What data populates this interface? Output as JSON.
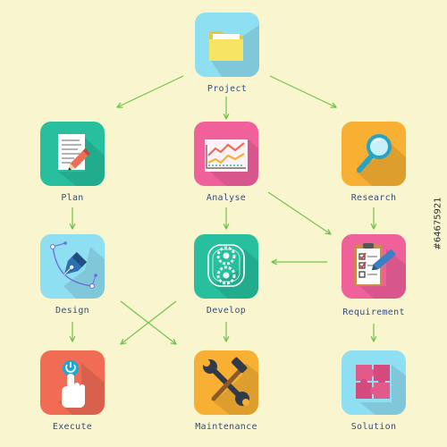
{
  "colors": {
    "background": "#f9f6cf",
    "arrow": "#71c34a",
    "label": "#334b84",
    "tile_project": "#8fdff2",
    "tile_plan": "#28bf9f",
    "tile_analyse": "#f0609b",
    "tile_research": "#f7b033",
    "tile_design": "#8fdff2",
    "tile_develop": "#28bf9f",
    "tile_requirement": "#f0609b",
    "tile_execute": "#f06c55",
    "tile_maintenance": "#f7b033",
    "tile_solution": "#8fdff2"
  },
  "nodes": {
    "project": {
      "label": "Project",
      "icon": "folder-icon"
    },
    "plan": {
      "label": "Plan",
      "icon": "document-pencil-icon"
    },
    "analyse": {
      "label": "Analyse",
      "icon": "line-chart-icon"
    },
    "research": {
      "label": "Research",
      "icon": "magnifier-icon"
    },
    "design": {
      "label": "Design",
      "icon": "pen-nib-icon"
    },
    "develop": {
      "label": "Develop",
      "icon": "gears-icon"
    },
    "requirement": {
      "label": "Requirement",
      "icon": "checklist-icon"
    },
    "execute": {
      "label": "Execute",
      "icon": "power-touch-icon"
    },
    "maintenance": {
      "label": "Maintenance",
      "icon": "wrench-hammer-icon"
    },
    "solution": {
      "label": "Solution",
      "icon": "puzzle-icon"
    }
  },
  "edges": [
    {
      "from": "project",
      "to": "plan"
    },
    {
      "from": "project",
      "to": "analyse"
    },
    {
      "from": "project",
      "to": "research"
    },
    {
      "from": "plan",
      "to": "design"
    },
    {
      "from": "analyse",
      "to": "develop"
    },
    {
      "from": "analyse",
      "to": "requirement"
    },
    {
      "from": "research",
      "to": "requirement"
    },
    {
      "from": "requirement",
      "to": "develop"
    },
    {
      "from": "requirement",
      "to": "solution"
    },
    {
      "from": "design",
      "to": "execute"
    },
    {
      "from": "design",
      "to": "maintenance"
    },
    {
      "from": "develop",
      "to": "maintenance"
    },
    {
      "from": "develop",
      "to": "execute"
    }
  ],
  "stock_id": "#64675921"
}
